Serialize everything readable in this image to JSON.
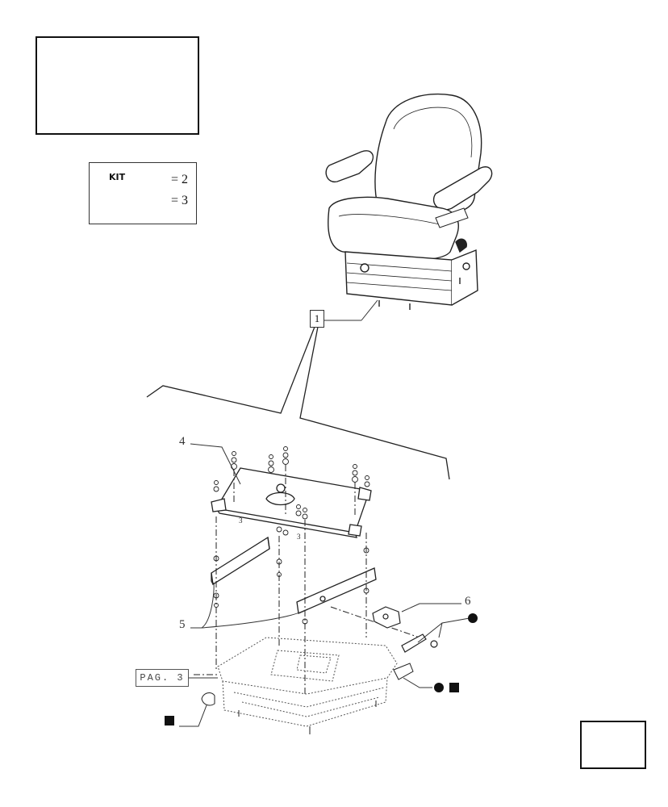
{
  "diagram": {
    "kit_label": "KIT",
    "legend": [
      {
        "symbol": "circle",
        "text": "= 2"
      },
      {
        "symbol": "square",
        "text": "= 3"
      }
    ],
    "callouts": {
      "item_1": "1",
      "item_4": "4",
      "item_5": "5",
      "item_6": "6"
    },
    "page_ref": "PAG. 3",
    "small_mark": "3"
  },
  "nav": {
    "next_icon": "arrow-back-icon"
  }
}
